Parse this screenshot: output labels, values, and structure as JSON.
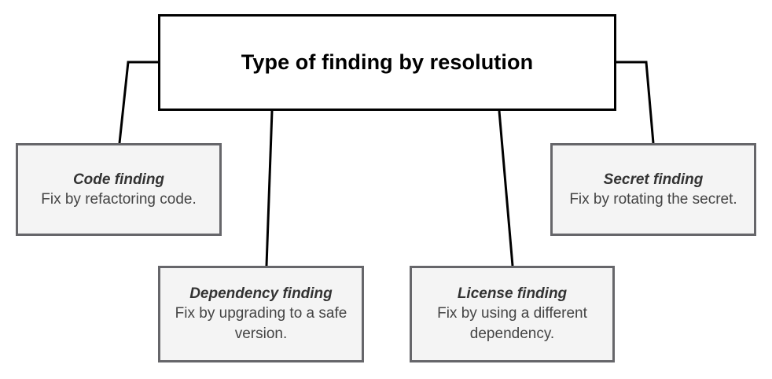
{
  "diagram": {
    "type": "hierarchy-tree",
    "background_color": "#ffffff",
    "root": {
      "title": "Type of finding by resolution",
      "border_color": "#000000",
      "fill_color": "#ffffff",
      "text_color": "#000000"
    },
    "children": [
      {
        "id": "code-finding",
        "title": "Code finding",
        "description": "Fix by refactoring code.",
        "fill_color": "#f4f4f4",
        "border_color": "#66666a",
        "text_color": "#333333"
      },
      {
        "id": "dependency-finding",
        "title": "Dependency finding",
        "description": "Fix by upgrading to a safe version.",
        "fill_color": "#f4f4f4",
        "border_color": "#66666a",
        "text_color": "#333333"
      },
      {
        "id": "license-finding",
        "title": "License finding",
        "description": "Fix by using a different dependency.",
        "fill_color": "#f4f4f4",
        "border_color": "#66666a",
        "text_color": "#333333"
      },
      {
        "id": "secret-finding",
        "title": "Secret finding",
        "description": "Fix by rotating the secret.",
        "fill_color": "#f4f4f4",
        "border_color": "#66666a",
        "text_color": "#333333"
      }
    ],
    "connectors": {
      "stroke_color": "#000000",
      "stroke_width": 3
    }
  }
}
